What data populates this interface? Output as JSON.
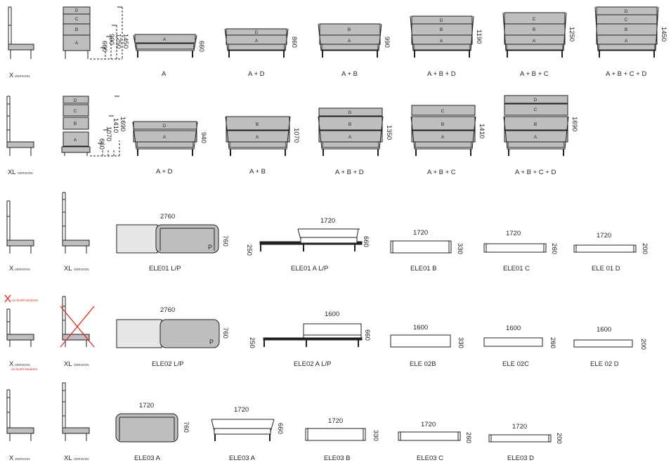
{
  "x_version": {
    "letter": "X",
    "word": "VERSION"
  },
  "xl_version": {
    "letter": "XL",
    "word": "VERSION"
  },
  "x_heights": [
    "1450",
    "1250",
    "990",
    "660"
  ],
  "xl_heights": [
    "1690",
    "1410",
    "1070",
    "660"
  ],
  "segments": {
    "a": "A",
    "b": "B",
    "c": "C",
    "d": "D"
  },
  "row1": [
    {
      "label": "A",
      "height": "660"
    },
    {
      "label": "A + D",
      "height": "860"
    },
    {
      "label": "A + B",
      "height": "990"
    },
    {
      "label": "A + B + D",
      "height": "1190"
    },
    {
      "label": "A + B + C",
      "height": "1250"
    },
    {
      "label": "A + B + C + D",
      "height": "1450"
    }
  ],
  "row2": [
    {
      "label": "A + D",
      "height": "940"
    },
    {
      "label": "A + B",
      "height": "1070"
    },
    {
      "label": "A + B + D",
      "height": "1350"
    },
    {
      "label": "A + B + C",
      "height": "1410"
    },
    {
      "label": "A + B + C + D",
      "height": "1690"
    }
  ],
  "row3": [
    {
      "label": "ELE01 L/P",
      "width": "2760",
      "height": "760",
      "mark": "P"
    },
    {
      "label": "ELE01 A L/P",
      "width": "1720",
      "height": "660",
      "side": "250"
    },
    {
      "label": "ELE01 B",
      "width": "1720",
      "height": "330"
    },
    {
      "label": "ELE01 C",
      "width": "1720",
      "height": "260"
    },
    {
      "label": "ELE 01 D",
      "width": "1720",
      "height": "200"
    }
  ],
  "row4": [
    {
      "label": "ELE02 L/P",
      "width": "2760",
      "height": "760",
      "mark": "P"
    },
    {
      "label": "ELE02 A L/P",
      "width": "1600",
      "height": "660",
      "side": "250"
    },
    {
      "label": "ELE 02B",
      "width": "1600",
      "height": "330"
    },
    {
      "label": "ELE 02C",
      "width": "1600",
      "height": "260"
    },
    {
      "label": "ELE 02 D",
      "width": "1600",
      "height": "200"
    }
  ],
  "row5": [
    {
      "label": "ELE03 A",
      "width": "1720",
      "height": "760"
    },
    {
      "label": "ELE03 A",
      "width": "1720",
      "height": "660"
    },
    {
      "label": "ELE03 B",
      "width": "1720",
      "height": "330"
    },
    {
      "label": "ELE03 C",
      "width": "1720",
      "height": "260"
    },
    {
      "label": "ELE03 D",
      "width": "1720",
      "height": "200"
    }
  ],
  "note": "no fourth backrest",
  "colors": {
    "panel": "#bdbec0",
    "line": "#231f20",
    "light": "#e6e7e8",
    "cross": "#e2231a"
  }
}
